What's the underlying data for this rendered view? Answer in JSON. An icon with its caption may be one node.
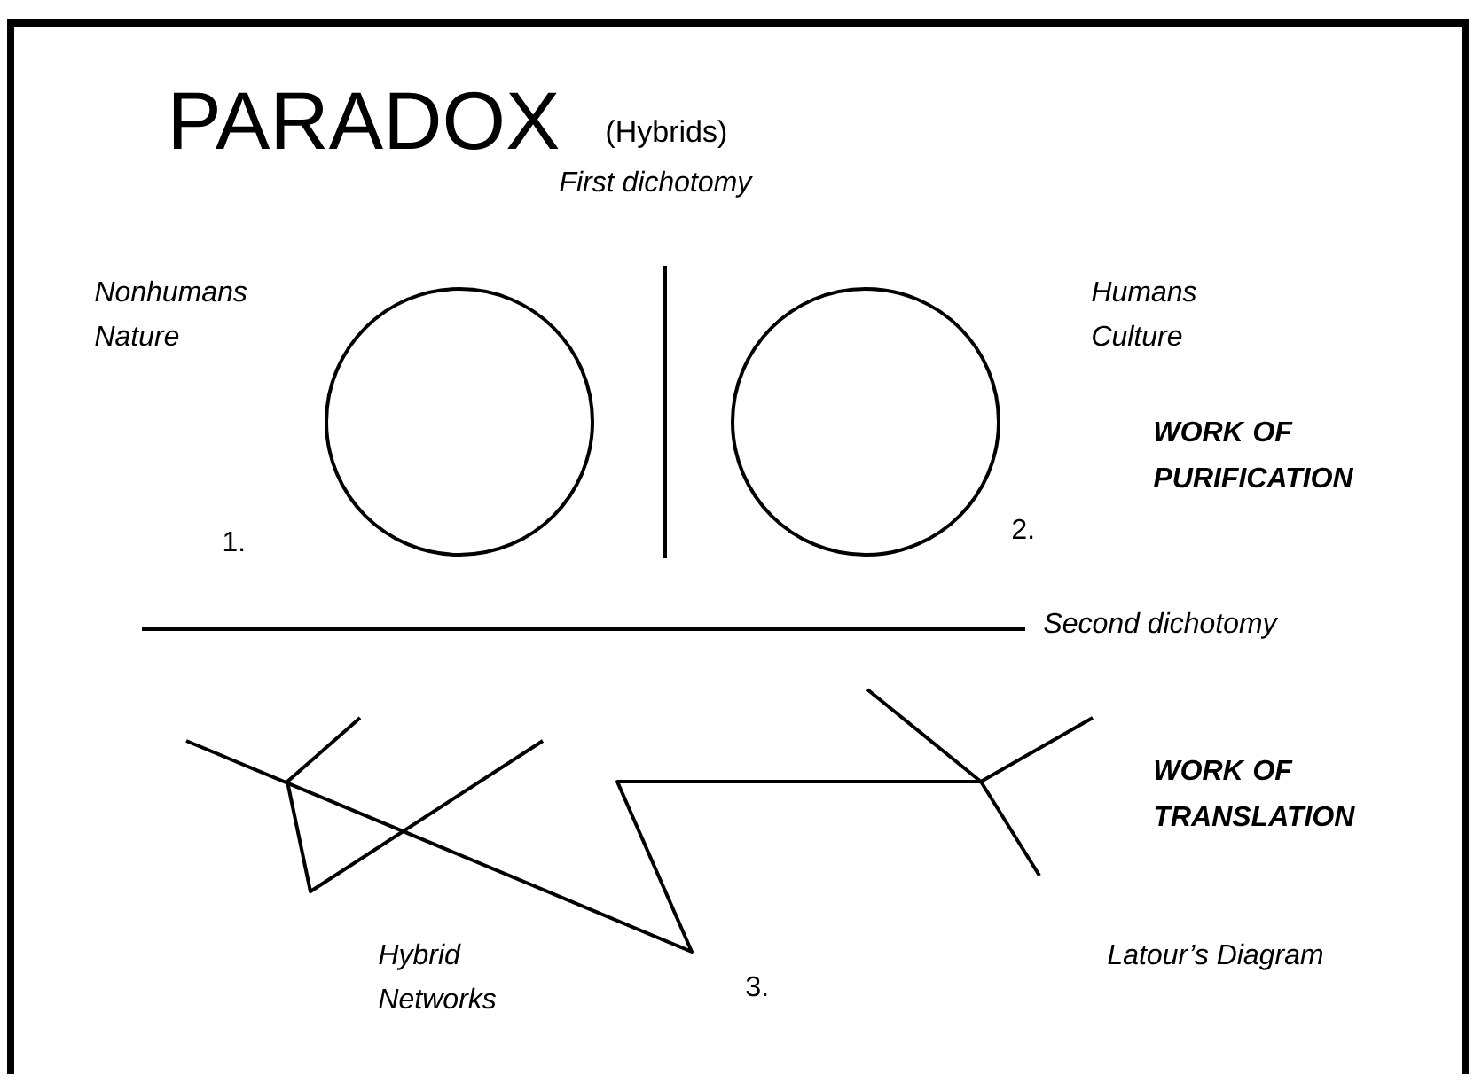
{
  "diagram": {
    "title": "PARADOX",
    "nodes": [
      {
        "text": [],
        "shape": "circle"
      },
      {
        "text": [],
        "shape": "circle"
      }
    ],
    "labels": [
      "(Hybrids)",
      "First dichotomy",
      "Nonhumans Nature",
      "Humans Culture",
      "WORK OF PURIFICATION",
      "1.",
      "2.",
      "Second dichotomy",
      "WORK OF TRANSLATION",
      "Hybrid Networks",
      "3.",
      "Latour’s Diagram"
    ]
  }
}
